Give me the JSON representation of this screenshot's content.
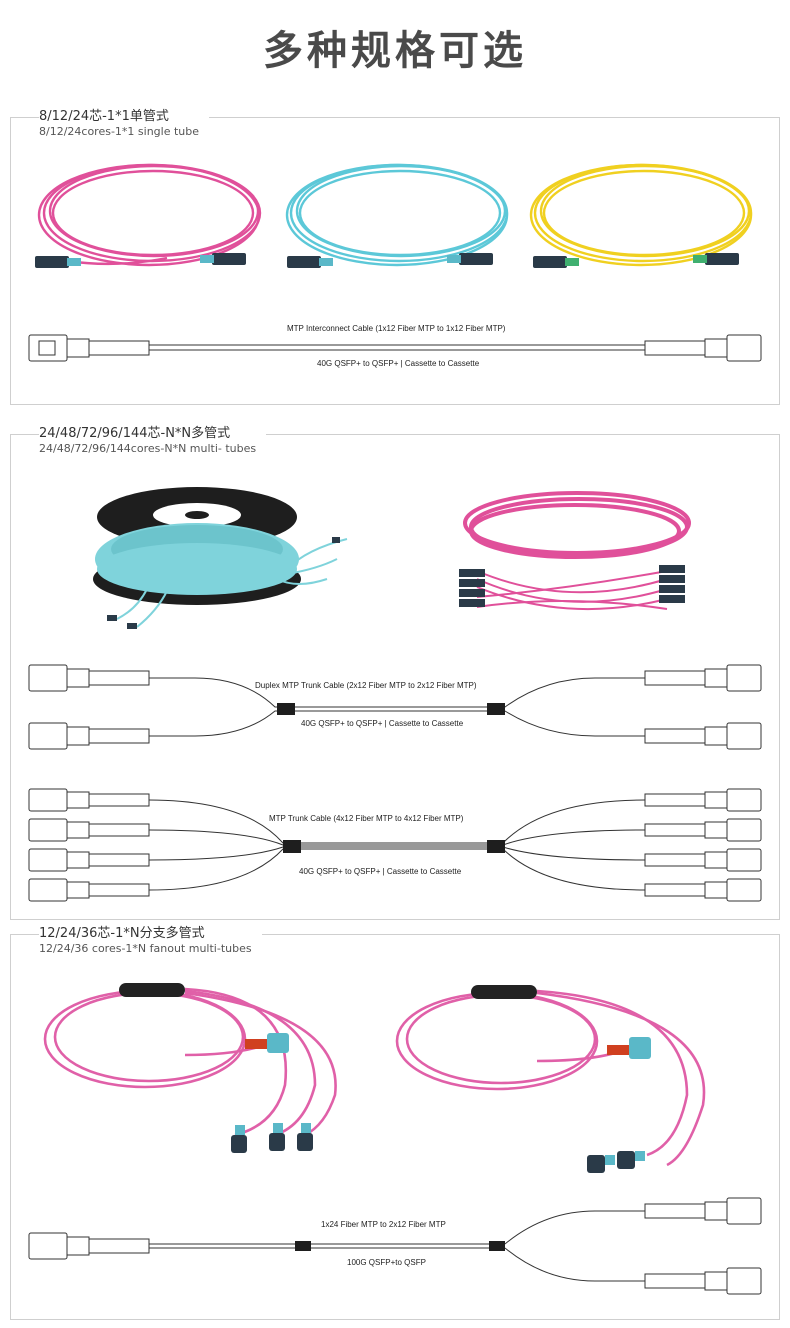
{
  "page": {
    "title": "多种规格可选"
  },
  "sections": [
    {
      "title_cn": "8/12/24芯-1*1单管式",
      "title_en": "8/12/24cores-1*1 single tube",
      "products": [
        {
          "name": "magenta-cable-coil",
          "color": "#e0509a"
        },
        {
          "name": "aqua-cable-coil",
          "color": "#5cc8d8"
        },
        {
          "name": "yellow-cable-coil",
          "color": "#f0d020"
        }
      ],
      "diagrams": [
        {
          "top_label": "MTP Interconnect Cable (1x12 Fiber MTP to 1x12 Fiber MTP)",
          "bottom_label": "40G QSFP+ to QSFP+ | Cassette to Cassette"
        }
      ]
    },
    {
      "title_cn": "24/48/72/96/144芯-N*N多管式",
      "title_en": "24/48/72/96/144cores-N*N multi- tubes",
      "products": [
        {
          "name": "aqua-trunk-spool",
          "color": "#7fd3db"
        },
        {
          "name": "magenta-trunk-bundle",
          "color": "#e0509a"
        }
      ],
      "diagrams": [
        {
          "top_label": "Duplex MTP Trunk Cable (2x12 Fiber MTP to 2x12 Fiber MTP)",
          "bottom_label": "40G QSFP+ to QSFP+ | Cassette to Cassette"
        },
        {
          "top_label": "MTP Trunk Cable (4x12 Fiber MTP to 4x12 Fiber MTP)",
          "bottom_label": "40G QSFP+ to QSFP+ | Cassette to Cassette"
        }
      ]
    },
    {
      "title_cn": "12/24/36芯-1*N分支多管式",
      "title_en": "12/24/36 cores-1*N fanout multi-tubes",
      "products": [
        {
          "name": "fanout-1x3-cable",
          "color": "#e060a8"
        },
        {
          "name": "fanout-1x2-cable",
          "color": "#e060a8"
        }
      ],
      "diagrams": [
        {
          "top_label": "1x24 Fiber MTP to 2x12 Fiber MTP",
          "bottom_label": "100G QSFP+to QSFP"
        }
      ]
    }
  ],
  "colors": {
    "border": "#cfcfcf",
    "connector": "#2a3a48",
    "aqua_boot": "#5ab8c8",
    "green_boot": "#40b070"
  }
}
